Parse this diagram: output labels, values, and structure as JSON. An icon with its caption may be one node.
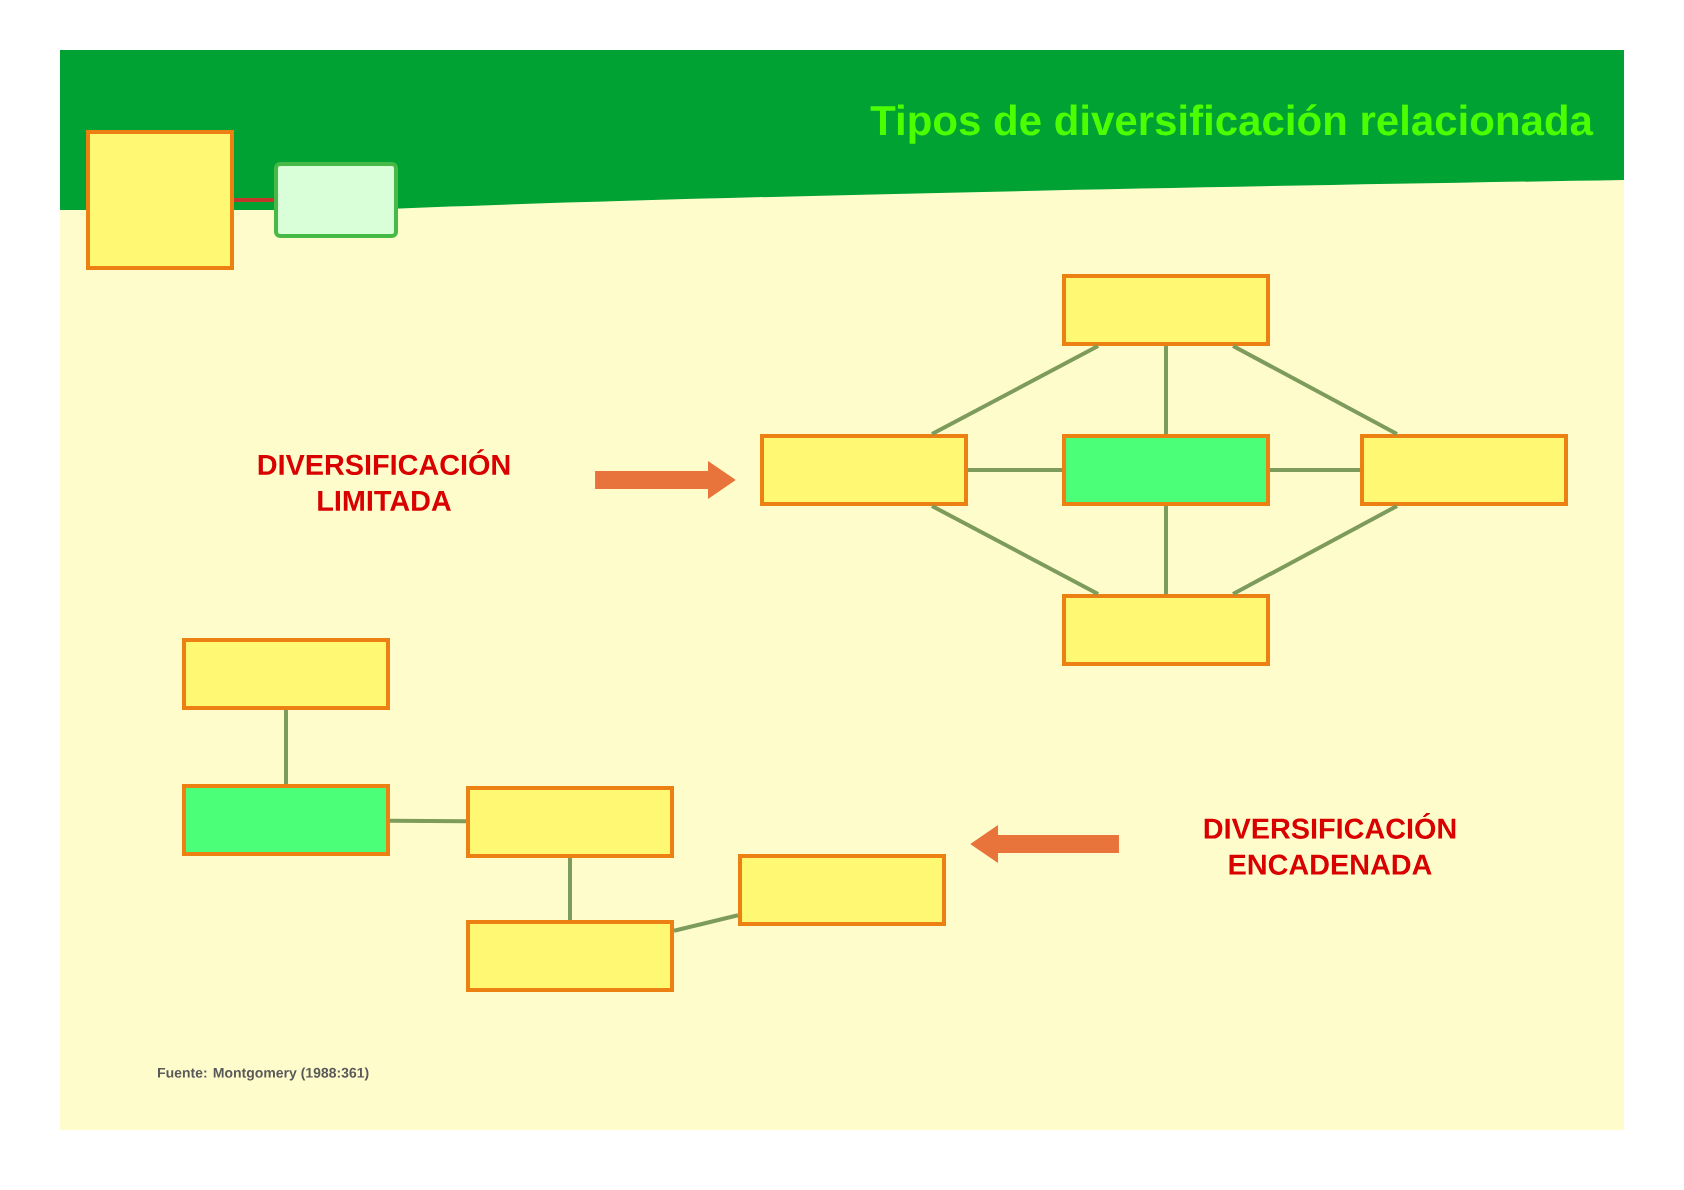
{
  "diagram": {
    "title": "Tipos de diversificación relacionada",
    "nodes": [
      {
        "text": [],
        "shape": "box"
      },
      {
        "text": [],
        "shape": "box"
      },
      {
        "text": [
          "DIVERSIFICACIÓN LIMITADA"
        ]
      },
      {
        "text": [],
        "shape": "box"
      },
      {
        "text": [],
        "shape": "box"
      },
      {
        "text": [],
        "shape": "box"
      },
      {
        "text": [],
        "shape": "box"
      },
      {
        "text": [],
        "shape": "box"
      },
      {
        "text": [],
        "shape": "box"
      },
      {
        "text": [],
        "shape": "box"
      },
      {
        "text": [],
        "shape": "box"
      },
      {
        "text": [],
        "shape": "box"
      },
      {
        "text": [],
        "shape": "box"
      },
      {
        "text": [
          "DIVERSIFICACIÓN ENCADENADA"
        ]
      }
    ],
    "edges": [
      {
        "from": 0,
        "to": 1,
        "arrow": "none",
        "color": "#c0392b"
      },
      {
        "from": 2,
        "to": 4,
        "arrow": "to",
        "style": "thick",
        "color": "#e8743b"
      },
      {
        "from": 4,
        "to": 3,
        "arrow": "none"
      },
      {
        "from": 3,
        "to": 6,
        "arrow": "none"
      },
      {
        "from": 4,
        "to": 5,
        "arrow": "none"
      },
      {
        "from": 5,
        "to": 6,
        "arrow": "none"
      },
      {
        "from": 4,
        "to": 7,
        "arrow": "none"
      },
      {
        "from": 7,
        "to": 6,
        "arrow": "none"
      },
      {
        "from": 3,
        "to": 5,
        "arrow": "none"
      },
      {
        "from": 5,
        "to": 7,
        "arrow": "none"
      },
      {
        "from": 8,
        "to": 9,
        "arrow": "none"
      },
      {
        "from": 9,
        "to": 10,
        "arrow": "none"
      },
      {
        "from": 10,
        "to": 11,
        "arrow": "none"
      },
      {
        "from": 11,
        "to": 12,
        "arrow": "none"
      },
      {
        "from": 13,
        "to": 12,
        "arrow": "to",
        "style": "thick",
        "color": "#e8743b"
      }
    ],
    "labels": [
      "Fuente: Montgomery (1988:361)"
    ]
  }
}
